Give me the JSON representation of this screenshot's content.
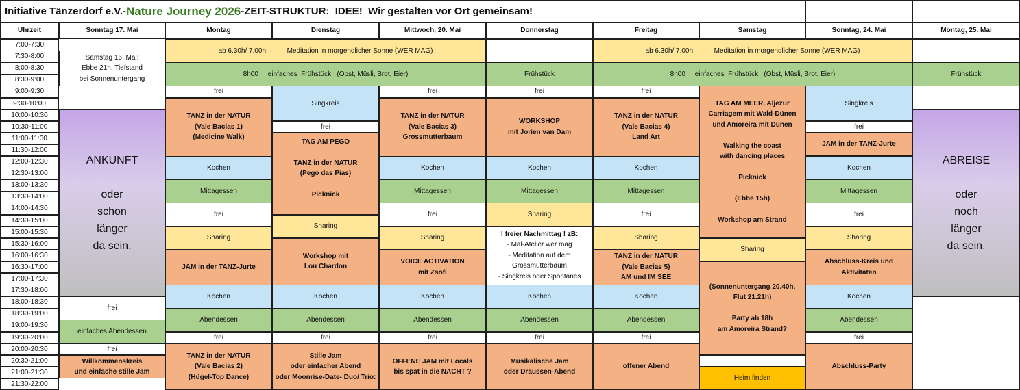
{
  "title": {
    "org": "Initiative Tänzerdorf e.V.",
    "sep1": "-",
    "event": "Nature Journey 2026",
    "sep2": "-",
    "subtitle": "ZEIT-STRUKTUR:  IDEE!  Wir gestalten vor Ort gemeinsam!"
  },
  "headers": [
    "Uhrzeit",
    "Sonntag 17. Mai",
    "Montag",
    "Dienstag",
    "Mittwoch, 20. Mai",
    "Donnerstag",
    "Freitag",
    "Samstag",
    "Sonntag, 24. Mai",
    "Montag, 25. Mai"
  ],
  "times": [
    "7:00-7:30",
    "7:30-8:00",
    "8:00-8:30",
    "8:30-9:00",
    "9:00-9:30",
    "9:30-10:00",
    "10:00-10:30",
    "10:30-11:00",
    "11:00-11:30",
    "11:30-12:00",
    "12:00-12:30",
    "12:30-13:00",
    "13:00-13:30",
    "13:30-14:00",
    "14:00-14:30",
    "14:30-15:00",
    "15:00-15:30",
    "15:30-16:00",
    "16:00-16:30",
    "16:30-17:00",
    "17:00-17:30",
    "17:30-18:00",
    "18:00-18:30",
    "18:30-19:00",
    "19:00-19:30",
    "19:30-20:00",
    "20:00-20:30",
    "20:30-21:00",
    "21:00-21:30",
    "21:30-22:00"
  ],
  "colors": {
    "yellow": "#ffe699",
    "green": "#a9d08e",
    "orange": "#f4b183",
    "blue": "#c5e3f6",
    "purple": "#c4a5e6",
    "gold": "#ffc000",
    "title_green": "#3a7d22"
  },
  "blocks": [
    {
      "id": "sun17-note",
      "col": 1,
      "row": 1,
      "rows": 3,
      "color": "w",
      "lines": [
        "Samstag 16. Mai:",
        "Ebbe 21h, Tiefstand",
        "bei Sonnenuntergang"
      ]
    },
    {
      "id": "ankunft",
      "col": 1,
      "row": 6,
      "rows": 16,
      "color": "pur",
      "lines": [
        "ANKUNFT",
        "",
        "oder",
        "schon",
        "länger",
        "da sein."
      ]
    },
    {
      "id": "sun17-frei1",
      "col": 1,
      "row": 22,
      "rows": 2,
      "color": "w",
      "lines": [
        "frei"
      ]
    },
    {
      "id": "sun17-abendessen",
      "col": 1,
      "row": 24,
      "rows": 2,
      "color": "g",
      "lines": [
        "einfaches Abendessen"
      ]
    },
    {
      "id": "sun17-frei2",
      "col": 1,
      "row": 26,
      "rows": 1,
      "color": "w",
      "lines": [
        "frei"
      ]
    },
    {
      "id": "sun17-willkommen",
      "col": 1,
      "row": 27,
      "rows": 2,
      "color": "o",
      "bold": true,
      "lines": [
        "Willkommenskreis",
        "und einfache stille Jam"
      ]
    },
    {
      "id": "meditation-1",
      "col": 2,
      "cols": 3,
      "row": 0,
      "rows": 2,
      "color": "y",
      "lines": [
        "ab 6.30h/ 7.00h:          Meditation in morgendlicher Sonne (WER MAG)"
      ]
    },
    {
      "id": "fruehstueck-1",
      "col": 2,
      "cols": 3,
      "row": 2,
      "rows": 2,
      "color": "g",
      "lines": [
        "8h00     einfaches  Frühstück   (Obst, Müsli, Brot, Eier)"
      ]
    },
    {
      "id": "mon-frei1",
      "col": 2,
      "row": 4,
      "rows": 1,
      "color": "w",
      "lines": [
        "frei"
      ]
    },
    {
      "id": "mon-tanz1",
      "col": 2,
      "row": 5,
      "rows": 5,
      "color": "o",
      "bold": true,
      "lines": [
        "TANZ in der NATUR",
        "(Vale Bacias 1)",
        "(Medicine Walk)"
      ]
    },
    {
      "id": "mon-kochen1",
      "col": 2,
      "row": 10,
      "rows": 2,
      "color": "b",
      "lines": [
        "Kochen"
      ]
    },
    {
      "id": "mon-mittag",
      "col": 2,
      "row": 12,
      "rows": 2,
      "color": "g",
      "lines": [
        "Mittagessen"
      ]
    },
    {
      "id": "mon-frei2",
      "col": 2,
      "row": 14,
      "rows": 2,
      "color": "w",
      "lines": [
        "frei"
      ]
    },
    {
      "id": "mon-sharing",
      "col": 2,
      "row": 16,
      "rows": 2,
      "color": "y",
      "lines": [
        "Sharing"
      ]
    },
    {
      "id": "mon-jam",
      "col": 2,
      "row": 18,
      "rows": 3,
      "color": "o",
      "bold": true,
      "lines": [
        "JAM in der TANZ-Jurte"
      ]
    },
    {
      "id": "mon-kochen2",
      "col": 2,
      "row": 21,
      "rows": 2,
      "color": "b",
      "lines": [
        "Kochen"
      ]
    },
    {
      "id": "mon-abend",
      "col": 2,
      "row": 23,
      "rows": 2,
      "color": "g",
      "lines": [
        "Abendessen"
      ]
    },
    {
      "id": "mon-frei3",
      "col": 2,
      "row": 25,
      "rows": 1,
      "color": "w",
      "lines": [
        "frei"
      ]
    },
    {
      "id": "mon-tanz2",
      "col": 2,
      "row": 26,
      "rows": 4,
      "color": "o",
      "bold": true,
      "lines": [
        "TANZ in der NATUR",
        "(Vale Bacias 2)",
        "(Hügel-Top Dance)"
      ]
    },
    {
      "id": "tue-sing",
      "col": 3,
      "row": 4,
      "rows": 3,
      "color": "b",
      "lines": [
        "Singkreis"
      ]
    },
    {
      "id": "tue-frei1",
      "col": 3,
      "row": 7,
      "rows": 1,
      "color": "w",
      "lines": [
        "frei"
      ]
    },
    {
      "id": "tue-pego",
      "col": 3,
      "row": 8,
      "rows": 7,
      "color": "o",
      "bold": true,
      "lines": [
        "TAG AM PEGO",
        "",
        "TANZ in der NATUR",
        "(Pego das Pias)",
        "",
        "Picknick",
        ""
      ]
    },
    {
      "id": "tue-sharing",
      "col": 3,
      "row": 15,
      "rows": 2,
      "color": "y",
      "lines": [
        "Sharing"
      ]
    },
    {
      "id": "tue-workshop",
      "col": 3,
      "row": 17,
      "rows": 4,
      "color": "o",
      "bold": true,
      "lines": [
        "Workshop mit",
        "Lou Chardon"
      ]
    },
    {
      "id": "tue-kochen",
      "col": 3,
      "row": 21,
      "rows": 2,
      "color": "b",
      "lines": [
        "Kochen"
      ]
    },
    {
      "id": "tue-abend",
      "col": 3,
      "row": 23,
      "rows": 2,
      "color": "g",
      "lines": [
        "Abendessen"
      ]
    },
    {
      "id": "tue-frei2",
      "col": 3,
      "row": 25,
      "rows": 1,
      "color": "w",
      "lines": [
        "frei"
      ]
    },
    {
      "id": "tue-jam",
      "col": 3,
      "row": 26,
      "rows": 4,
      "color": "o",
      "bold": true,
      "lines": [
        "Stille Jam",
        "oder einfacher Abend",
        "oder Moonrise-Date- Duo/ Trio:"
      ]
    },
    {
      "id": "wed-frei1",
      "col": 4,
      "row": 4,
      "rows": 1,
      "color": "w",
      "lines": [
        "frei"
      ]
    },
    {
      "id": "wed-tanz3",
      "col": 4,
      "row": 5,
      "rows": 5,
      "color": "o",
      "bold": true,
      "lines": [
        "TANZ in der NATUR",
        "(Vale Bacias 3)",
        "Grossmutterbaum"
      ]
    },
    {
      "id": "wed-kochen1",
      "col": 4,
      "row": 10,
      "rows": 2,
      "color": "b",
      "lines": [
        "Kochen"
      ]
    },
    {
      "id": "wed-mittag",
      "col": 4,
      "row": 12,
      "rows": 2,
      "color": "g",
      "lines": [
        "Mittagessen"
      ]
    },
    {
      "id": "wed-frei2",
      "col": 4,
      "row": 14,
      "rows": 2,
      "color": "w",
      "lines": [
        "frei"
      ]
    },
    {
      "id": "wed-sharing",
      "col": 4,
      "row": 16,
      "rows": 2,
      "color": "y",
      "lines": [
        "Sharing"
      ]
    },
    {
      "id": "wed-voice",
      "col": 4,
      "row": 18,
      "rows": 3,
      "color": "o",
      "bold": true,
      "lines": [
        "VOICE ACTIVATION",
        "mit Zsofi"
      ]
    },
    {
      "id": "wed-kochen2",
      "col": 4,
      "row": 21,
      "rows": 2,
      "color": "b",
      "lines": [
        "Kochen"
      ]
    },
    {
      "id": "wed-abend",
      "col": 4,
      "row": 23,
      "rows": 2,
      "color": "g",
      "lines": [
        "Abendessen"
      ]
    },
    {
      "id": "wed-frei3",
      "col": 4,
      "row": 25,
      "rows": 1,
      "color": "w",
      "lines": [
        "frei"
      ]
    },
    {
      "id": "wed-offene-jam",
      "col": 4,
      "row": 26,
      "rows": 4,
      "color": "o",
      "bold": true,
      "lines": [
        "OFFENE JAM mit Locals",
        "bis spät in die NACHT ?"
      ]
    },
    {
      "id": "thu-empty",
      "col": 5,
      "row": 0,
      "rows": 2,
      "color": "w",
      "lines": [
        ""
      ]
    },
    {
      "id": "thu-fruehstueck",
      "col": 5,
      "row": 2,
      "rows": 2,
      "color": "g",
      "lines": [
        "Frühstück"
      ]
    },
    {
      "id": "thu-frei1",
      "col": 5,
      "row": 4,
      "rows": 1,
      "color": "w",
      "lines": [
        "frei"
      ]
    },
    {
      "id": "thu-workshop",
      "col": 5,
      "row": 5,
      "rows": 5,
      "color": "o",
      "bold": true,
      "lines": [
        "WORKSHOP",
        "mit Jorien van Dam"
      ]
    },
    {
      "id": "thu-kochen1",
      "col": 5,
      "row": 10,
      "rows": 2,
      "color": "b",
      "lines": [
        "Kochen"
      ]
    },
    {
      "id": "thu-mittag",
      "col": 5,
      "row": 12,
      "rows": 2,
      "color": "g",
      "lines": [
        "Mittagessen"
      ]
    },
    {
      "id": "thu-sharing",
      "col": 5,
      "row": 14,
      "rows": 2,
      "color": "y",
      "lines": [
        "Sharing"
      ]
    },
    {
      "id": "thu-nachmittag",
      "col": 5,
      "row": 16,
      "rows": 5,
      "color": "w",
      "lines": [
        "! freier Nachmittag ! zB:",
        "- Mal-Atelier wer mag",
        "- Meditation auf dem",
        "Grossmutterbaum",
        "- Singkreis oder Spontanes"
      ],
      "first_bold": true
    },
    {
      "id": "thu-kochen2",
      "col": 5,
      "row": 21,
      "rows": 2,
      "color": "b",
      "lines": [
        "Kochen"
      ]
    },
    {
      "id": "thu-abend",
      "col": 5,
      "row": 23,
      "rows": 2,
      "color": "g",
      "lines": [
        "Abendessen"
      ]
    },
    {
      "id": "thu-frei2",
      "col": 5,
      "row": 25,
      "rows": 1,
      "color": "w",
      "lines": [
        "frei"
      ]
    },
    {
      "id": "thu-jam",
      "col": 5,
      "row": 26,
      "rows": 4,
      "color": "o",
      "bold": true,
      "lines": [
        "Musikalische Jam",
        "oder Draussen-Abend"
      ]
    },
    {
      "id": "meditation-2",
      "col": 6,
      "cols": 3,
      "row": 0,
      "rows": 2,
      "color": "y",
      "lines": [
        "ab 6.30h/ 7.00h:          Meditation in morgendlicher Sonne (WER MAG)"
      ]
    },
    {
      "id": "fruehstueck-2",
      "col": 6,
      "cols": 3,
      "row": 2,
      "rows": 2,
      "color": "g",
      "lines": [
        "8h00     einfaches  Frühstück   (Obst, Müsli, Brot, Eier)"
      ]
    },
    {
      "id": "fri-frei1",
      "col": 6,
      "row": 4,
      "rows": 1,
      "color": "w",
      "lines": [
        "frei"
      ]
    },
    {
      "id": "fri-tanz4",
      "col": 6,
      "row": 5,
      "rows": 5,
      "color": "o",
      "bold": true,
      "lines": [
        "TANZ in der NATUR",
        "(Vale Bacias 4)",
        "Land Art"
      ]
    },
    {
      "id": "fri-kochen1",
      "col": 6,
      "row": 10,
      "rows": 2,
      "color": "b",
      "lines": [
        "Kochen"
      ]
    },
    {
      "id": "fri-mittag",
      "col": 6,
      "row": 12,
      "rows": 2,
      "color": "g",
      "lines": [
        "Mittagessen"
      ]
    },
    {
      "id": "fri-frei2",
      "col": 6,
      "row": 14,
      "rows": 2,
      "color": "w",
      "lines": [
        "frei"
      ]
    },
    {
      "id": "fri-sharing",
      "col": 6,
      "row": 16,
      "rows": 2,
      "color": "y",
      "lines": [
        "Sharing"
      ]
    },
    {
      "id": "fri-tanz5",
      "col": 6,
      "row": 18,
      "rows": 3,
      "color": "o",
      "bold": true,
      "lines": [
        "TANZ in der NATUR",
        "(Vale Bacias 5)",
        "AM und IM SEE"
      ]
    },
    {
      "id": "fri-kochen2",
      "col": 6,
      "row": 21,
      "rows": 2,
      "color": "b",
      "lines": [
        "Kochen"
      ]
    },
    {
      "id": "fri-abend",
      "col": 6,
      "row": 23,
      "rows": 2,
      "color": "g",
      "lines": [
        "Abendessen"
      ]
    },
    {
      "id": "fri-frei3",
      "col": 6,
      "row": 25,
      "rows": 1,
      "color": "w",
      "lines": [
        "frei"
      ]
    },
    {
      "id": "fri-offen",
      "col": 6,
      "row": 26,
      "rows": 4,
      "color": "o",
      "bold": true,
      "lines": [
        "offener Abend"
      ]
    },
    {
      "id": "sat-meer",
      "col": 7,
      "row": 4,
      "rows": 13,
      "color": "o",
      "bold": true,
      "lines": [
        "TAG AM MEER, Aljezur",
        "Carriagem mit Wald-Dünen",
        "und Amoreira mit Dünen",
        "",
        "Walking the coast",
        "with dancing places",
        "",
        "Picknick",
        "",
        "(Ebbe 15h)",
        "",
        "Workshop am Strand"
      ]
    },
    {
      "id": "sat-sharing",
      "col": 7,
      "row": 17,
      "rows": 2,
      "color": "y",
      "lines": [
        "Sharing"
      ]
    },
    {
      "id": "sat-party",
      "col": 7,
      "row": 19,
      "rows": 8,
      "color": "o",
      "bold": true,
      "lines": [
        "(Sonnenuntergang 20.40h,",
        "Flut 21.21h)",
        "",
        "Party ab 18h",
        "am Amoreira Strand?"
      ]
    },
    {
      "id": "sat-empty",
      "col": 7,
      "row": 27,
      "rows": 1,
      "color": "w",
      "lines": [
        ""
      ]
    },
    {
      "id": "sat-heim",
      "col": 7,
      "row": 28,
      "rows": 2,
      "color": "gold",
      "lines": [
        "Heim finden"
      ]
    },
    {
      "id": "sun24-sing",
      "col": 8,
      "row": 4,
      "rows": 3,
      "color": "b",
      "lines": [
        "Singkreis"
      ]
    },
    {
      "id": "sun24-frei1",
      "col": 8,
      "row": 7,
      "rows": 1,
      "color": "w",
      "lines": [
        "frei"
      ]
    },
    {
      "id": "sun24-jam",
      "col": 8,
      "row": 8,
      "rows": 2,
      "color": "o",
      "bold": true,
      "lines": [
        "JAM in der TANZ-Jurte"
      ]
    },
    {
      "id": "sun24-kochen1",
      "col": 8,
      "row": 10,
      "rows": 2,
      "color": "b",
      "lines": [
        "Kochen"
      ]
    },
    {
      "id": "sun24-mittag",
      "col": 8,
      "row": 12,
      "rows": 2,
      "color": "g",
      "lines": [
        "Mittagessen"
      ]
    },
    {
      "id": "sun24-frei2",
      "col": 8,
      "row": 14,
      "rows": 2,
      "color": "w",
      "lines": [
        "frei"
      ]
    },
    {
      "id": "sun24-sharing",
      "col": 8,
      "row": 16,
      "rows": 2,
      "color": "y",
      "lines": [
        "Sharing"
      ]
    },
    {
      "id": "sun24-abschluss",
      "col": 8,
      "row": 18,
      "rows": 3,
      "color": "o",
      "bold": true,
      "lines": [
        "Abschluss-Kreis und",
        "Aktivitäten"
      ]
    },
    {
      "id": "sun24-kochen2",
      "col": 8,
      "row": 21,
      "rows": 2,
      "color": "b",
      "lines": [
        "Kochen"
      ]
    },
    {
      "id": "sun24-abend",
      "col": 8,
      "row": 23,
      "rows": 2,
      "color": "g",
      "lines": [
        "Abendessen"
      ]
    },
    {
      "id": "sun24-frei3",
      "col": 8,
      "row": 25,
      "rows": 1,
      "color": "w",
      "lines": [
        "frei"
      ]
    },
    {
      "id": "sun24-party",
      "col": 8,
      "row": 26,
      "rows": 4,
      "color": "o",
      "bold": true,
      "lines": [
        "Abschluss-Party"
      ]
    },
    {
      "id": "mon25-empty",
      "col": 9,
      "row": 0,
      "rows": 2,
      "color": "w",
      "lines": [
        ""
      ]
    },
    {
      "id": "mon25-fruehstueck",
      "col": 9,
      "row": 2,
      "rows": 2,
      "color": "g",
      "lines": [
        "Frühstück"
      ]
    },
    {
      "id": "mon25-empty2",
      "col": 9,
      "row": 4,
      "rows": 2,
      "color": "w",
      "lines": [
        ""
      ]
    },
    {
      "id": "abreise",
      "col": 9,
      "row": 6,
      "rows": 16,
      "color": "pur",
      "lines": [
        "ABREISE",
        "",
        "oder",
        "noch",
        "länger",
        "da sein."
      ]
    },
    {
      "id": "mon25-empty3",
      "col": 9,
      "row": 22,
      "rows": 8,
      "color": "w",
      "lines": [
        ""
      ]
    }
  ]
}
